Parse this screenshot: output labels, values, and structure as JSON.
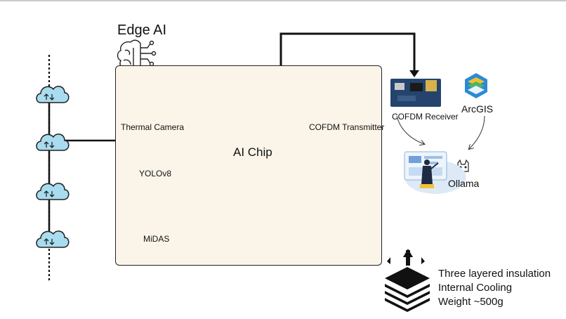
{
  "title": "Edge AI",
  "components": {
    "thermal_camera": "Thermal Camera",
    "ai_chip": "AI Chip",
    "cofdm_transmitter": "COFDM Transmitter",
    "yolo": "YOLOv8",
    "midas": "MiDAS"
  },
  "receiver": "COFDM Receiver",
  "arcgis": "ArcGIS",
  "ollama": "Ollama",
  "specs": {
    "line1": "Three layered insulation",
    "line2": "Internal Cooling",
    "line3": "Weight ~500g"
  }
}
